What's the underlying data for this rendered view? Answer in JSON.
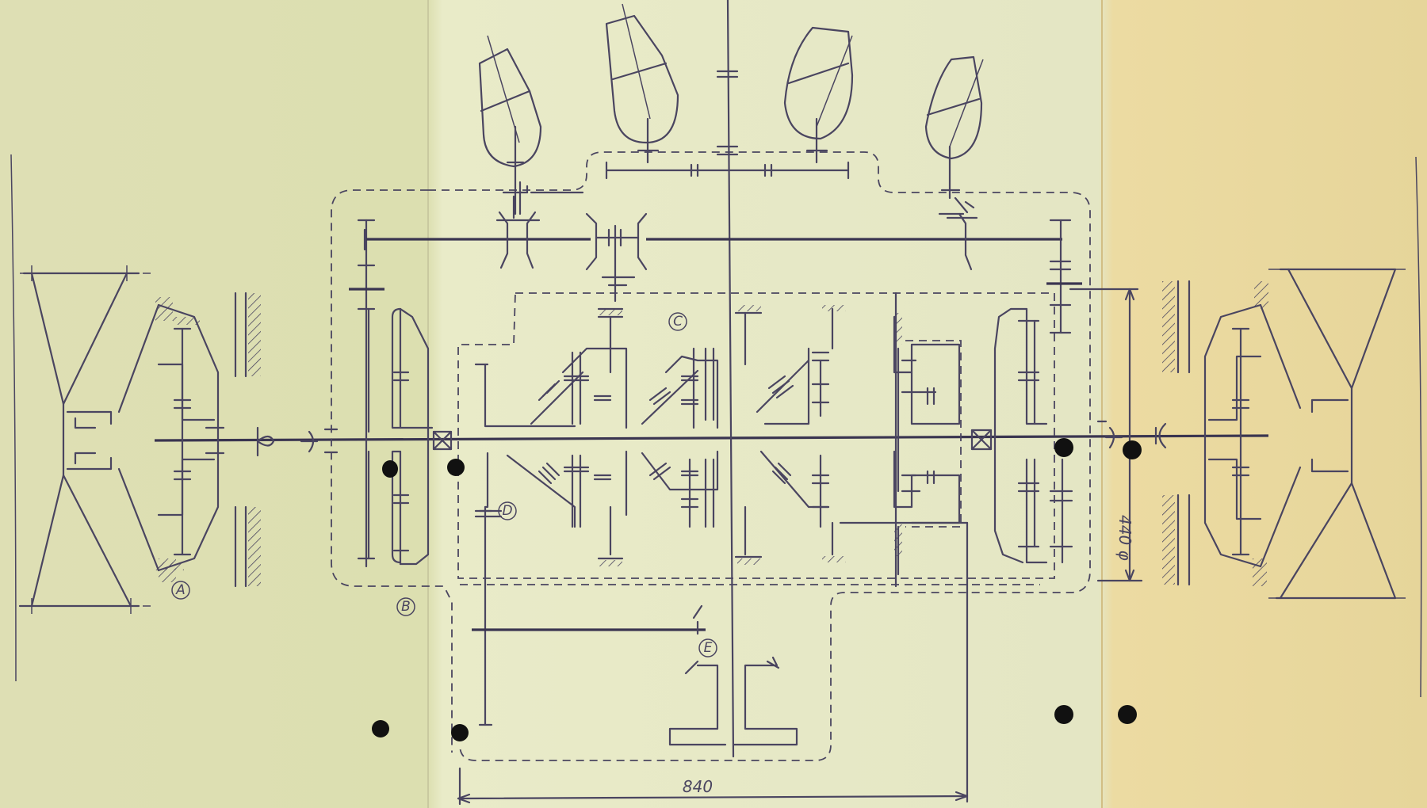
{
  "drawing": {
    "labels": {
      "a": "A",
      "b": "B",
      "c": "C",
      "d": "D",
      "e": "E"
    },
    "dimensions": {
      "width": "840",
      "height": "440 φ"
    }
  },
  "colors": {
    "paper_left": "#dedfb4",
    "paper_center": "#e9ebc8",
    "paper_right": "#ead9a0",
    "ink": "#4a4560"
  }
}
